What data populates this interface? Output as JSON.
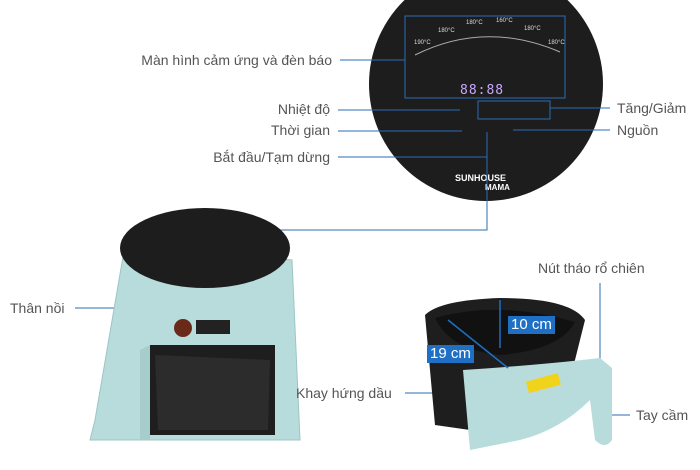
{
  "labels": {
    "display": "Màn hình cảm ứng và đèn báo",
    "temperature": "Nhiệt độ",
    "time": "Thời gian",
    "start_pause": "Bắt đầu/Tạm dừng",
    "up_down": "Tăng/Giảm",
    "power": "Nguồn",
    "body": "Thân nồi",
    "drip_tray": "Khay hứng dầu",
    "basket_release": "Nút tháo rổ chiên",
    "handle": "Tay cầm"
  },
  "panel": {
    "digits": "88:88",
    "temps": [
      "190°C",
      "180°C",
      "180°C",
      "160°C",
      "180°C",
      "180°C"
    ],
    "brand": "SUNHOUSE",
    "brand_sub": "MAMA"
  },
  "dimensions": {
    "height": "10 cm",
    "diameter": "19 cm"
  },
  "colors": {
    "body": "#b8dcdc",
    "line": "#2a6db5",
    "panel": "#1c1c1c",
    "dim_badge": "#1f6fc4"
  }
}
